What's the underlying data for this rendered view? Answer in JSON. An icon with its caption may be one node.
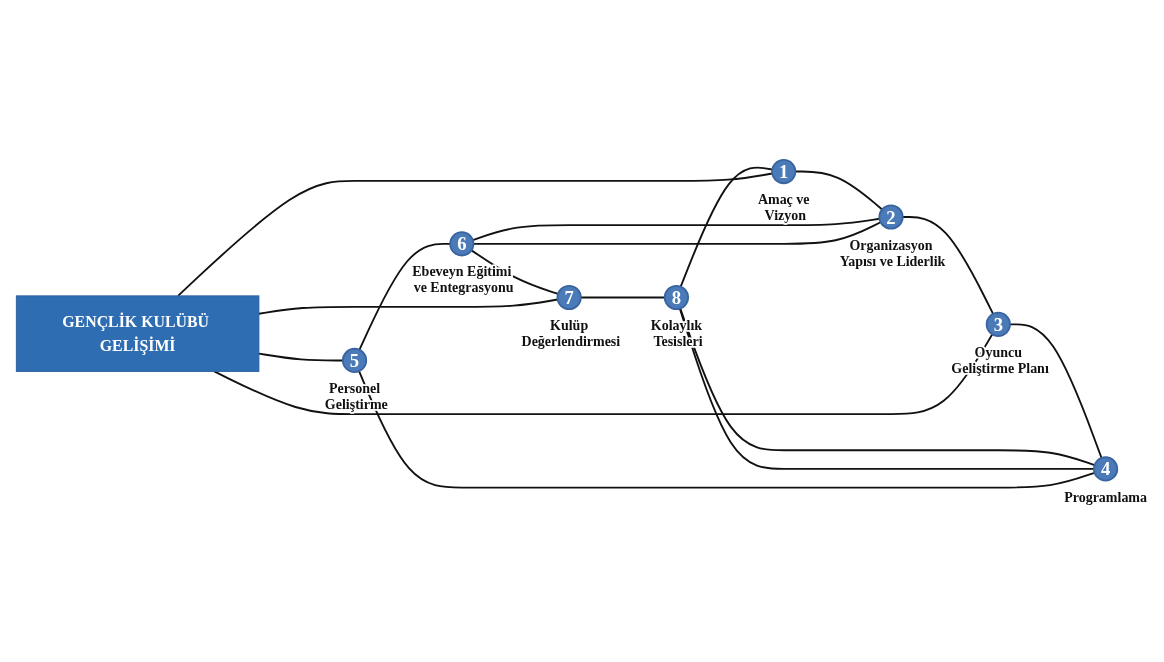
{
  "diagram": {
    "nodes": [
      {
        "text": [
          "GENÇLİK KULÜBÜ GELİŞİMİ"
        ]
      },
      {
        "text": [
          "1"
        ],
        "beside": [
          "Amaç ve Vizyon"
        ]
      },
      {
        "text": [
          "2"
        ],
        "beside": [
          "Organizasyon Yapısı ve Liderlik"
        ]
      },
      {
        "text": [
          "3"
        ],
        "beside": [
          "Oyuncu Geliştirme Planı"
        ]
      },
      {
        "text": [
          "4"
        ],
        "beside": [
          "Programlama"
        ]
      },
      {
        "text": [
          "5"
        ],
        "beside": [
          "Personel Geliştirme"
        ]
      },
      {
        "text": [
          "6"
        ],
        "beside": [
          "Ebeveyn Eğitimi ve Entegrasyonu"
        ]
      },
      {
        "text": [
          "7"
        ],
        "beside": [
          "Kulüp Değerlendirmesi"
        ]
      },
      {
        "text": [
          "8"
        ],
        "beside": [
          "Kolaylık Tesisleri"
        ]
      }
    ],
    "edges": [
      {
        "from": 1,
        "to": 2,
        "arrow": "none"
      },
      {
        "from": 2,
        "to": 3,
        "arrow": "none"
      },
      {
        "from": 3,
        "to": 4,
        "arrow": "none"
      },
      {
        "from": 4,
        "to": 5,
        "arrow": "none"
      },
      {
        "from": 5,
        "to": 6,
        "arrow": "none"
      },
      {
        "from": 6,
        "to": 7,
        "arrow": "none"
      },
      {
        "from": 7,
        "to": 8,
        "arrow": "none"
      },
      {
        "from": 8,
        "to": 1,
        "arrow": "none"
      },
      {
        "from": 1,
        "to": 0,
        "arrow": "none"
      },
      {
        "from": 0,
        "to": 5,
        "arrow": "none"
      },
      {
        "from": 7,
        "to": 0,
        "arrow": "none"
      },
      {
        "from": 0,
        "to": 3,
        "arrow": "none"
      },
      {
        "from": 8,
        "to": 4,
        "arrow": "none"
      },
      {
        "from": 8,
        "to": 4,
        "arrow": "none"
      },
      {
        "from": 2,
        "to": 6,
        "arrow": "none"
      },
      {
        "from": 2,
        "to": 6,
        "arrow": "none"
      }
    ]
  }
}
